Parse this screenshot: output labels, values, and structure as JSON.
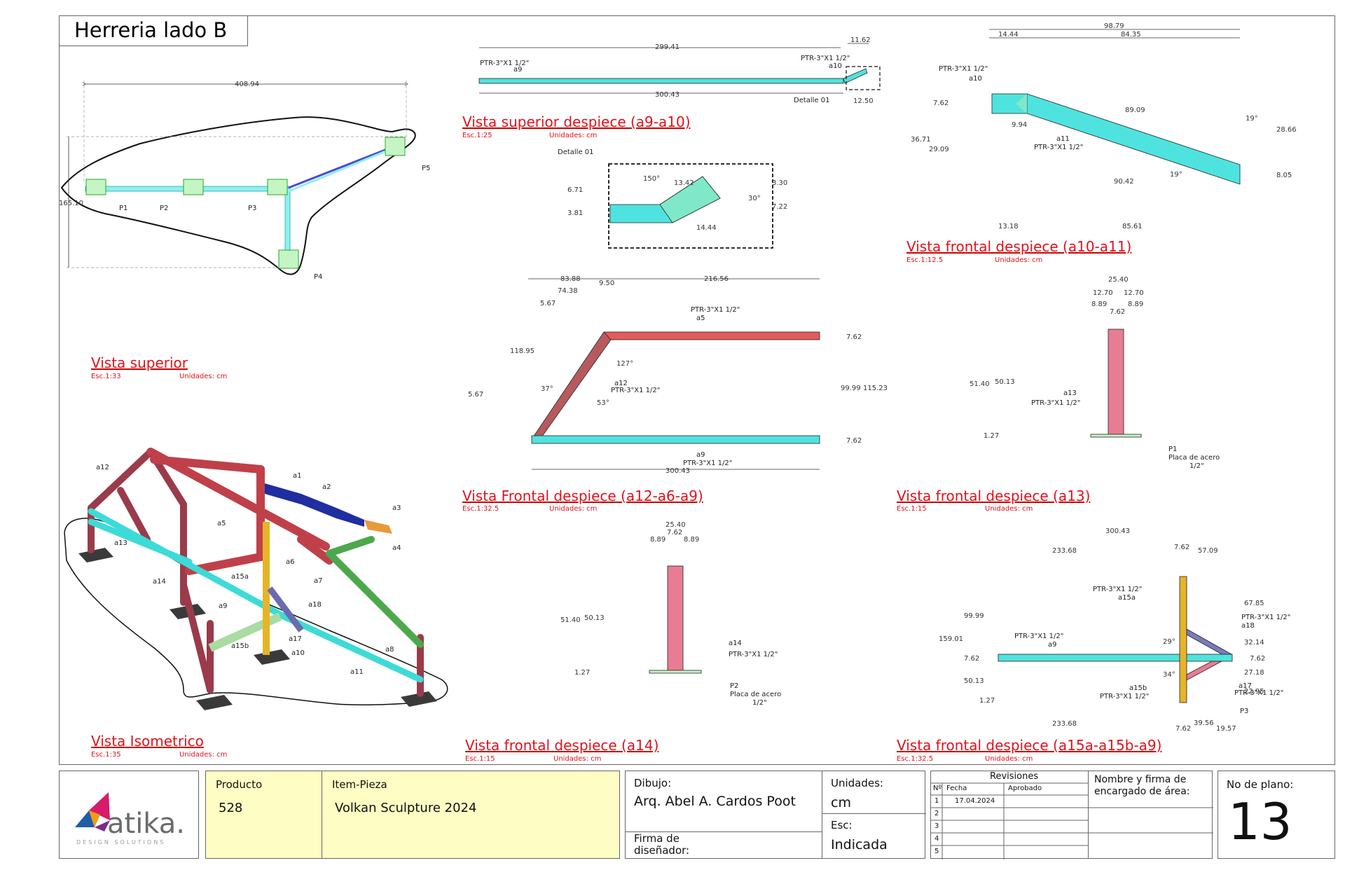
{
  "sheet_title": "Herreria lado B",
  "views": {
    "superior": {
      "title": "Vista superior",
      "scale": "Esc.1:33",
      "units": "Unidades: cm"
    },
    "isometrico": {
      "title": "Vista Isometrico",
      "scale": "Esc.1:35",
      "units": "Unidades: cm"
    },
    "superior_despiece": {
      "title": "Vista superior despiece  (a9-a10)",
      "scale": "Esc.1:25",
      "units": "Unidades: cm"
    },
    "frontal_a12": {
      "title": "Vista Frontal despiece (a12-a6-a9)",
      "scale": "Esc.1:32.5",
      "units": "Unidades: cm"
    },
    "frontal_a14": {
      "title": "Vista frontal despiece (a14)",
      "scale": "Esc.1:15",
      "units": "Unidades: cm"
    },
    "frontal_a10": {
      "title": "Vista frontal despiece  (a10-a11)",
      "scale": "Esc.1:12.5",
      "units": "Unidades: cm"
    },
    "frontal_a13": {
      "title": "Vista frontal despiece (a13)",
      "scale": "Esc.1:15",
      "units": "Unidades: cm"
    },
    "frontal_a15": {
      "title": "Vista frontal despiece (a15a-a15b-a9)",
      "scale": "Esc.1:32.5",
      "units": "Unidades: cm"
    }
  },
  "superior_plan": {
    "dim_width": "408.94",
    "dim_height": "165.10",
    "plates": [
      "P1",
      "P2",
      "P3",
      "P4",
      "P5"
    ]
  },
  "iso_labels": [
    "a1",
    "a2",
    "a3",
    "a4",
    "a5",
    "a6",
    "a7",
    "a8",
    "a9",
    "a10",
    "a11",
    "a12",
    "a13",
    "a14",
    "a15a",
    "a15b",
    "a17",
    "a18"
  ],
  "despiece_top": {
    "d1": "299.41",
    "d2": "11.62",
    "d3": "300.43",
    "d4": "12.50",
    "tag_a9": "PTR-3\"X1 1/2\"",
    "a9": "a9",
    "tag_a10": "PTR-3\"X1 1/2\"",
    "a10": "a10",
    "detalle": "Detalle 01"
  },
  "detalle": {
    "title": "Detalle 01",
    "angle1": "150°",
    "d1": "13.42",
    "d2": "6.71",
    "d3": "3.81",
    "d4": "14.44",
    "d5": "3.30",
    "d6": "7.22",
    "angle2": "30°"
  },
  "frontal_a10_dims": {
    "d1": "98.79",
    "d2": "14.44",
    "d3": "84.35",
    "d4": "7.62",
    "d5": "89.09",
    "d6": "36.71",
    "d7": "29.09",
    "d8": "90.42",
    "d9": "28.66",
    "d10": "8.05",
    "d11": "13.18",
    "d12": "85.61",
    "a1": "19°",
    "a2": "19°",
    "a3": "9.94",
    "tag1": "PTR-3\"X1 1/2\"",
    "l1": "a10",
    "l2": "a11",
    "tag2": "PTR-3\"X1 1/2\""
  },
  "frontal_a12_dims": {
    "d1": "83.88",
    "d2": "9.50",
    "d3": "216.56",
    "d4": "74.38",
    "d5": "5.67",
    "d6": "118.95",
    "d7": "5.67",
    "d8": "7.62",
    "d9": "99.99",
    "d10": "115.23",
    "d11": "7.62",
    "d12": "300.43",
    "ang1": "127°",
    "ang2": "37°",
    "ang3": "53°",
    "tag_a5": "PTR-3\"X1 1/2\"",
    "a5": "a5",
    "a12": "a12",
    "tag_a12": "PTR-3\"X1 1/2\"",
    "a9": "a9",
    "tag_a9": "PTR-3\"X1 1/2\""
  },
  "frontal_a13_dims": {
    "d1": "25.40",
    "d2": "12.70",
    "d3": "12.70",
    "d4": "8.89",
    "d5": "7.62",
    "d6": "8.89",
    "d7": "51.40",
    "d8": "50.13",
    "d9": "1.27",
    "a13": "a13",
    "tag": "PTR-3\"X1 1/2\"",
    "p": "P1",
    "plate1": "Placa de acero",
    "plate2": "1/2\""
  },
  "frontal_a14_dims": {
    "d1": "25.40",
    "d2": "7.62",
    "d3": "8.89",
    "d4": "8.89",
    "d5": "51.40",
    "d6": "50.13",
    "d7": "1.27",
    "a14": "a14",
    "tag": "PTR-3\"X1 1/2\"",
    "p": "P2",
    "plate1": "Placa de acero",
    "plate2": "1/2\""
  },
  "frontal_a15_dims": {
    "d1": "300.43",
    "d2": "233.68",
    "d3": "7.62",
    "d4": "57.09",
    "d5": "99.99",
    "d6": "159.01",
    "d7": "7.62",
    "d8": "50.13",
    "d9": "1.27",
    "d10": "67.85",
    "d11": "32.14",
    "d12": "7.62",
    "d13": "27.18",
    "d14": "22.95",
    "d15": "233.68",
    "d16": "7.62",
    "d17": "39.56",
    "d18": "19.57",
    "ang1": "29°",
    "ang2": "34°",
    "tag_a15a": "PTR-3\"X1 1/2\"",
    "a15a": "a15a",
    "tag_a9": "PTR-3\"X1 1/2\"",
    "a9": "a9",
    "tag_a18": "PTR-3\"X1 1/2\"",
    "a18": "a18",
    "a15b": "a15b",
    "tag_a15b": "PTR-3\"X1 1/2\"",
    "a17": "a17",
    "tag_a17": "PTR-3\"X1 1/2\"",
    "p3": "P3"
  },
  "title_block": {
    "logo_text": "atika.",
    "logo_sub": "DESIGN SOLUTIONS",
    "producto_label": "Producto",
    "producto_value": "528",
    "item_label": "Item-Pieza",
    "item_value": "Volkan Sculpture 2024",
    "dibujo_label": "Dibujo:",
    "dibujo_value": "Arq. Abel A. Cardos Poot",
    "firma_label": "Firma de diseñador:",
    "unidades_label": "Unidades:",
    "unidades_value": "cm",
    "esc_label": "Esc:",
    "esc_value": "Indicada",
    "revisiones_title": "Revisiones",
    "rev_headers": [
      "Nº",
      "Fecha",
      "Aprobado"
    ],
    "rev_rows": [
      [
        "1",
        "17.04.2024",
        ""
      ],
      [
        "2",
        "",
        ""
      ],
      [
        "3",
        "",
        ""
      ],
      [
        "4",
        "",
        ""
      ],
      [
        "5",
        "",
        ""
      ]
    ],
    "nombre_label": "Nombre y firma de encargado de área:",
    "plano_label": "No de plano:",
    "plano_value": "13"
  },
  "colors": {
    "cyan": "#4fe3e0",
    "red": "#e55a5a",
    "pink": "#e87c93",
    "yellow": "#e6b428",
    "purple": "#7b7bbb",
    "green": "#64c864",
    "maroon": "#9a3b4a",
    "title_red": "#e0121b",
    "yellow_bg": "#fdfdc4"
  }
}
